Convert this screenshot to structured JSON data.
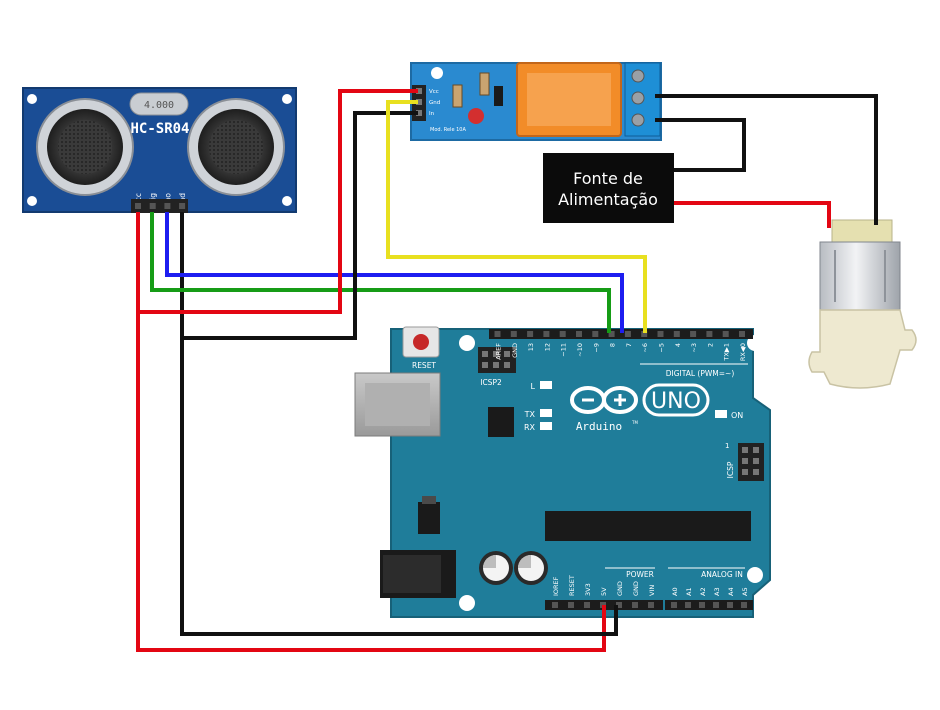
{
  "sensor": {
    "model": "HC-SR04",
    "crystal": "4.000",
    "pins": [
      "Vcc",
      "Trig",
      "Echo",
      "Gnd"
    ]
  },
  "relay": {
    "pin_labels": [
      "Vcc",
      "Gnd",
      "In"
    ],
    "module_text": "Mod. Rele 10A"
  },
  "power_supply": {
    "line1": "Fonte de",
    "line2": "Alimentação"
  },
  "arduino": {
    "logo_text": "UNO",
    "brand": "Arduino",
    "trademark": "TM",
    "reset": "RESET",
    "icsp2": "ICSP2",
    "icsp": "ICSP",
    "led_l": "L",
    "led_tx": "TX",
    "led_rx": "RX",
    "led_on": "ON",
    "icsp_pin1": "1",
    "digital_label": "DIGITAL (PWM=~)",
    "digital_pins": [
      "AREF",
      "GND",
      "13",
      "12",
      "~11",
      "~10",
      "~9",
      "8",
      "7",
      "~6",
      "~5",
      "4",
      "~3",
      "2",
      "TX▶1",
      "RX◀0"
    ],
    "power_label": "POWER",
    "power_pins": [
      "IOREF",
      "RESET",
      "3V3",
      "5V",
      "GND",
      "GND",
      "VIN"
    ],
    "analog_label": "ANALOG IN",
    "analog_pins": [
      "A0",
      "A1",
      "A2",
      "A3",
      "A4",
      "A5"
    ]
  },
  "colors": {
    "wire_red": "#e30613",
    "wire_black": "#111111",
    "wire_blue": "#1d1df0",
    "wire_green": "#169c16",
    "wire_yellow": "#e8e020",
    "board_blue": "#1f7d9a",
    "sensor_blue": "#1a4d95",
    "relay_blue": "#2a8ad0",
    "relay_orange": "#f28c28",
    "supply_black": "#0b0b0b"
  }
}
